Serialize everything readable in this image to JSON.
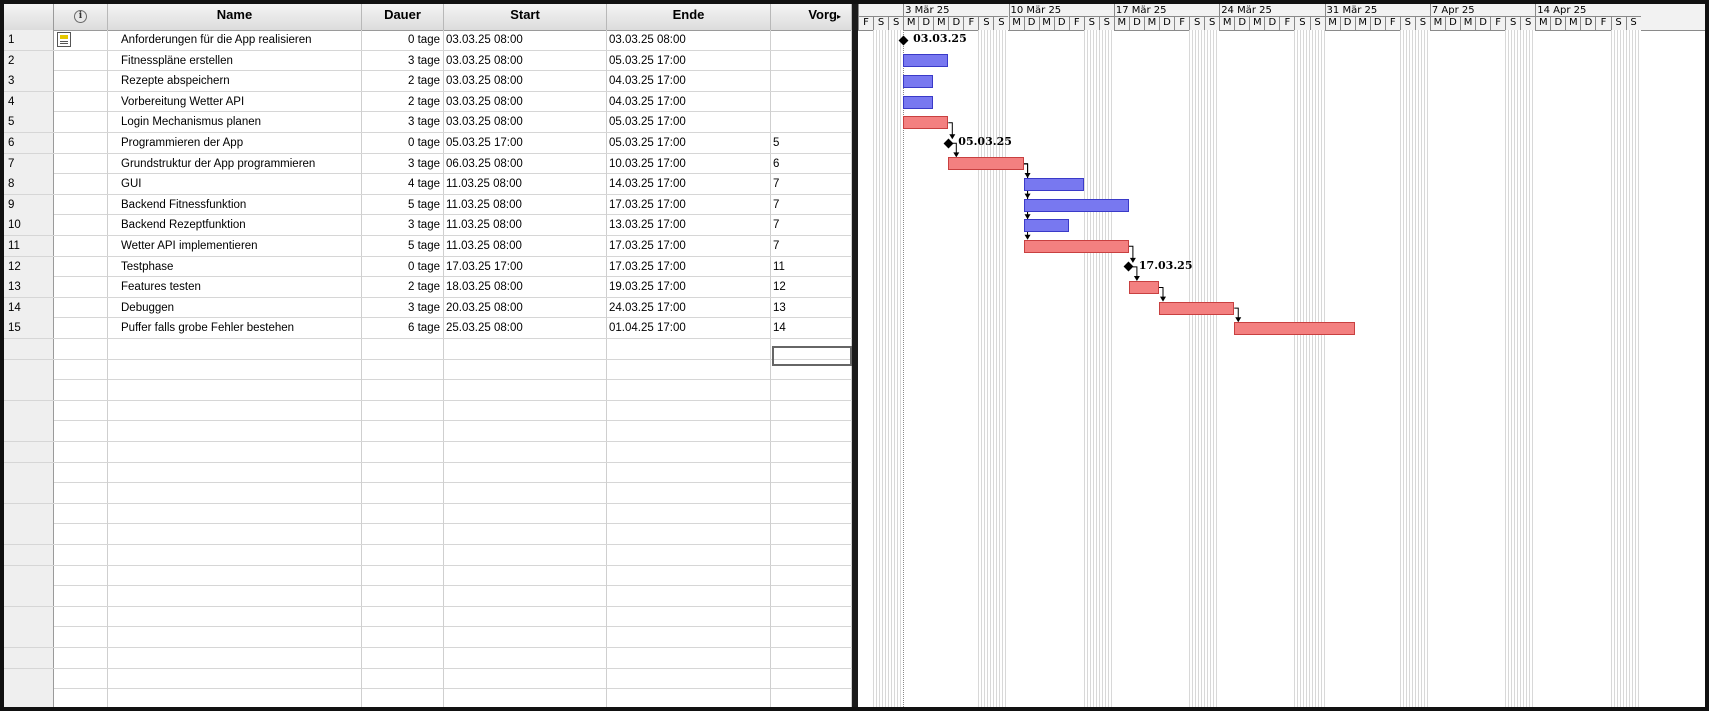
{
  "table": {
    "columns": {
      "id": "",
      "indicators": "i",
      "name": "Name",
      "duration": "Dauer",
      "start": "Start",
      "end": "Ende",
      "predecessors": "Vorg"
    },
    "tasks": [
      {
        "id": "1",
        "name": "Anforderungen für die App realisieren",
        "duration": "0 tage",
        "start": "03.03.25 08:00",
        "end": "03.03.25 08:00",
        "pred": "",
        "note": true
      },
      {
        "id": "2",
        "name": "Fitnesspläne erstellen",
        "duration": "3 tage",
        "start": "03.03.25 08:00",
        "end": "05.03.25 17:00",
        "pred": ""
      },
      {
        "id": "3",
        "name": "Rezepte abspeichern",
        "duration": "2 tage",
        "start": "03.03.25 08:00",
        "end": "04.03.25 17:00",
        "pred": ""
      },
      {
        "id": "4",
        "name": "Vorbereitung Wetter API",
        "duration": "2 tage",
        "start": "03.03.25 08:00",
        "end": "04.03.25 17:00",
        "pred": ""
      },
      {
        "id": "5",
        "name": "Login Mechanismus planen",
        "duration": "3 tage",
        "start": "03.03.25 08:00",
        "end": "05.03.25 17:00",
        "pred": ""
      },
      {
        "id": "6",
        "name": "Programmieren der App",
        "duration": "0 tage",
        "start": "05.03.25 17:00",
        "end": "05.03.25 17:00",
        "pred": "5"
      },
      {
        "id": "7",
        "name": "Grundstruktur der App programmieren",
        "duration": "3 tage",
        "start": "06.03.25 08:00",
        "end": "10.03.25 17:00",
        "pred": "6"
      },
      {
        "id": "8",
        "name": "GUI",
        "duration": "4 tage",
        "start": "11.03.25 08:00",
        "end": "14.03.25 17:00",
        "pred": "7"
      },
      {
        "id": "9",
        "name": "Backend Fitnessfunktion",
        "duration": "5 tage",
        "start": "11.03.25 08:00",
        "end": "17.03.25 17:00",
        "pred": "7"
      },
      {
        "id": "10",
        "name": "Backend Rezeptfunktion",
        "duration": "3 tage",
        "start": "11.03.25 08:00",
        "end": "13.03.25 17:00",
        "pred": "7"
      },
      {
        "id": "11",
        "name": "Wetter API implementieren",
        "duration": "5 tage",
        "start": "11.03.25 08:00",
        "end": "17.03.25 17:00",
        "pred": "7"
      },
      {
        "id": "12",
        "name": "Testphase",
        "duration": "0 tage",
        "start": "17.03.25 17:00",
        "end": "17.03.25 17:00",
        "pred": "11"
      },
      {
        "id": "13",
        "name": "Features testen",
        "duration": "2 tage",
        "start": "18.03.25 08:00",
        "end": "19.03.25 17:00",
        "pred": "12"
      },
      {
        "id": "14",
        "name": "Debuggen",
        "duration": "3 tage",
        "start": "20.03.25 08:00",
        "end": "24.03.25 17:00",
        "pred": "13"
      },
      {
        "id": "15",
        "name": "Puffer falls grobe Fehler bestehen",
        "duration": "6 tage",
        "start": "25.03.25 08:00",
        "end": "01.04.25 17:00",
        "pred": "14"
      }
    ]
  },
  "gantt": {
    "weeks": [
      "3 Mär 25",
      "10 Mär 25",
      "17 Mär 25",
      "24 Mär 25",
      "31 Mär 25",
      "7 Apr 25",
      "14 Apr 25"
    ],
    "day_letters": [
      "M",
      "D",
      "M",
      "D",
      "F",
      "S",
      "S"
    ],
    "lead_days": [
      "F",
      "S",
      "S"
    ],
    "milestone_labels": {
      "1": "03.03.25",
      "6": "05.03.25",
      "12": "17.03.25"
    },
    "colors": {
      "normal": "#7878f0",
      "critical": "#f38080"
    },
    "critical_rows": [
      "1",
      "5",
      "6",
      "7",
      "11",
      "12",
      "13",
      "14",
      "15"
    ]
  }
}
